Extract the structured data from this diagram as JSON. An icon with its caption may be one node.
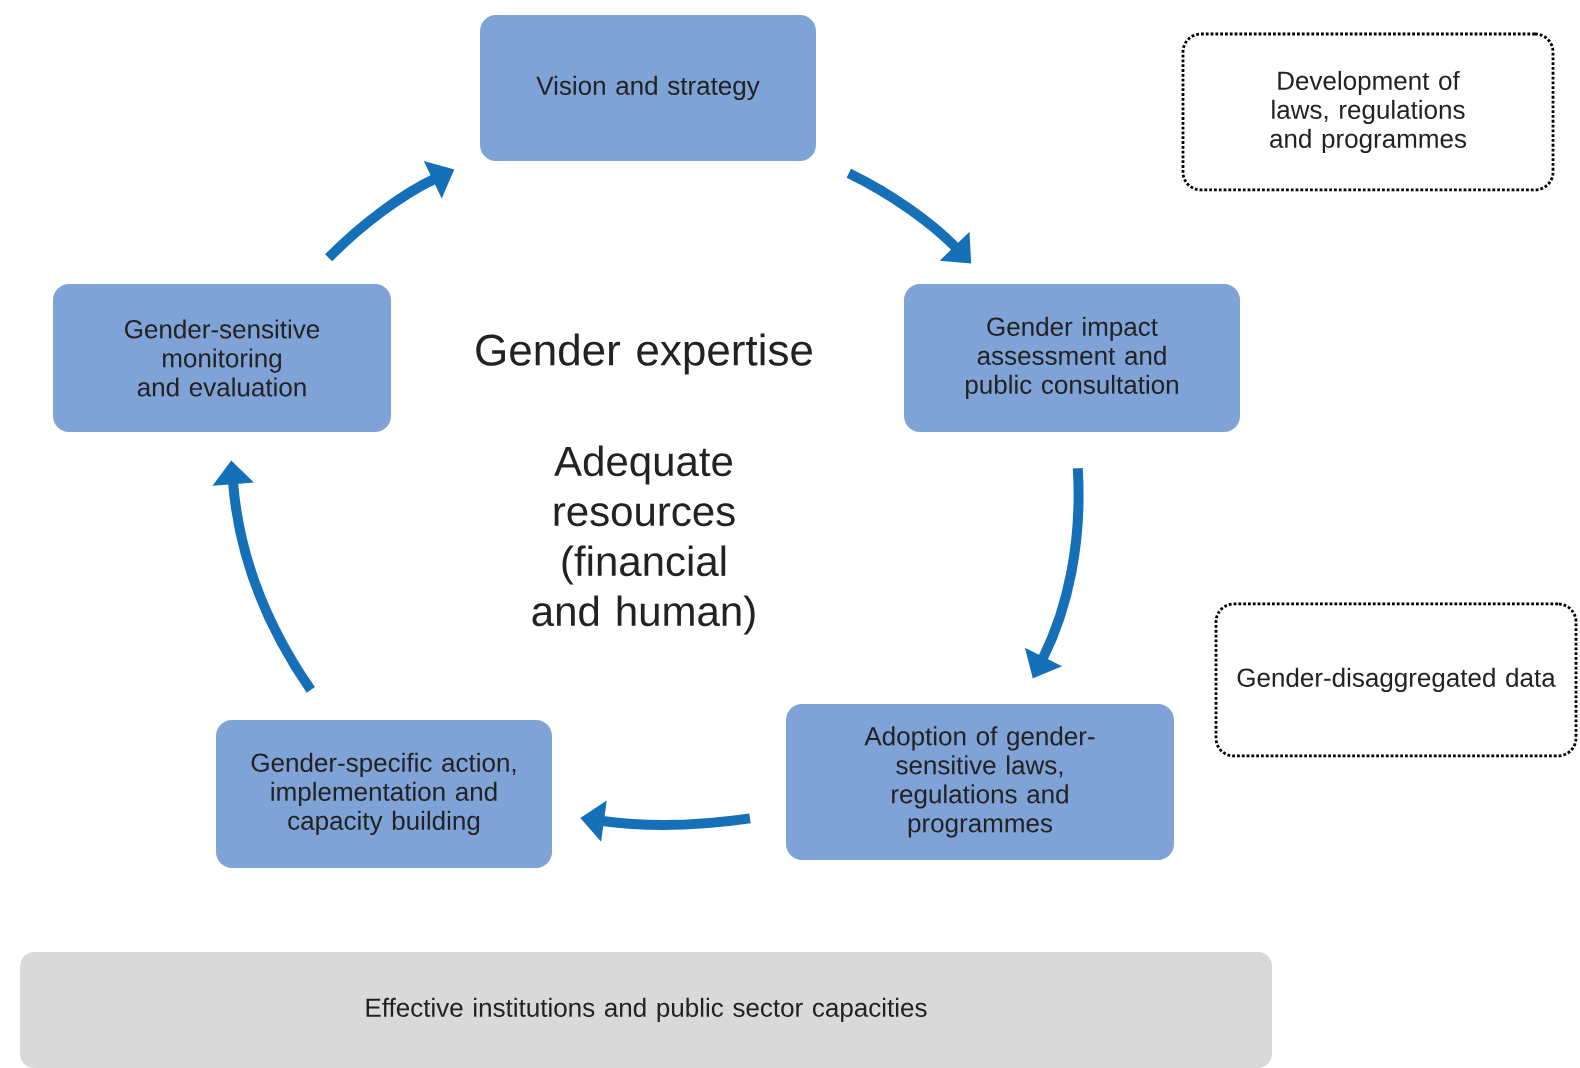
{
  "diagram": {
    "nodes": [
      {
        "text": [
          "Vision and strategy"
        ]
      },
      {
        "text": [
          "Gender impact assessment and public consultation"
        ]
      },
      {
        "text": [
          "Adoption of gender-sensitive laws, regulations and programmes"
        ]
      },
      {
        "text": [
          "Gender-specific action, implementation and capacity building"
        ]
      },
      {
        "text": [
          "Gender-sensitive monitoring and evaluation"
        ]
      },
      {
        "text": [
          "Development of laws, regulations and programmes"
        ]
      },
      {
        "text": [
          "Gender-disaggregated data"
        ]
      },
      {
        "text": [
          "Effective institutions and public sector capacities"
        ]
      }
    ],
    "edges": [
      {
        "from": 4,
        "to": 0,
        "arrow": "to"
      },
      {
        "from": 0,
        "to": 1,
        "arrow": "to"
      },
      {
        "from": 1,
        "to": 2,
        "arrow": "to"
      },
      {
        "from": 2,
        "to": 3,
        "arrow": "to"
      },
      {
        "from": 3,
        "to": 4,
        "arrow": "to"
      }
    ],
    "labels": [
      "Gender expertise",
      "Adequate resources (financial and human)"
    ]
  }
}
